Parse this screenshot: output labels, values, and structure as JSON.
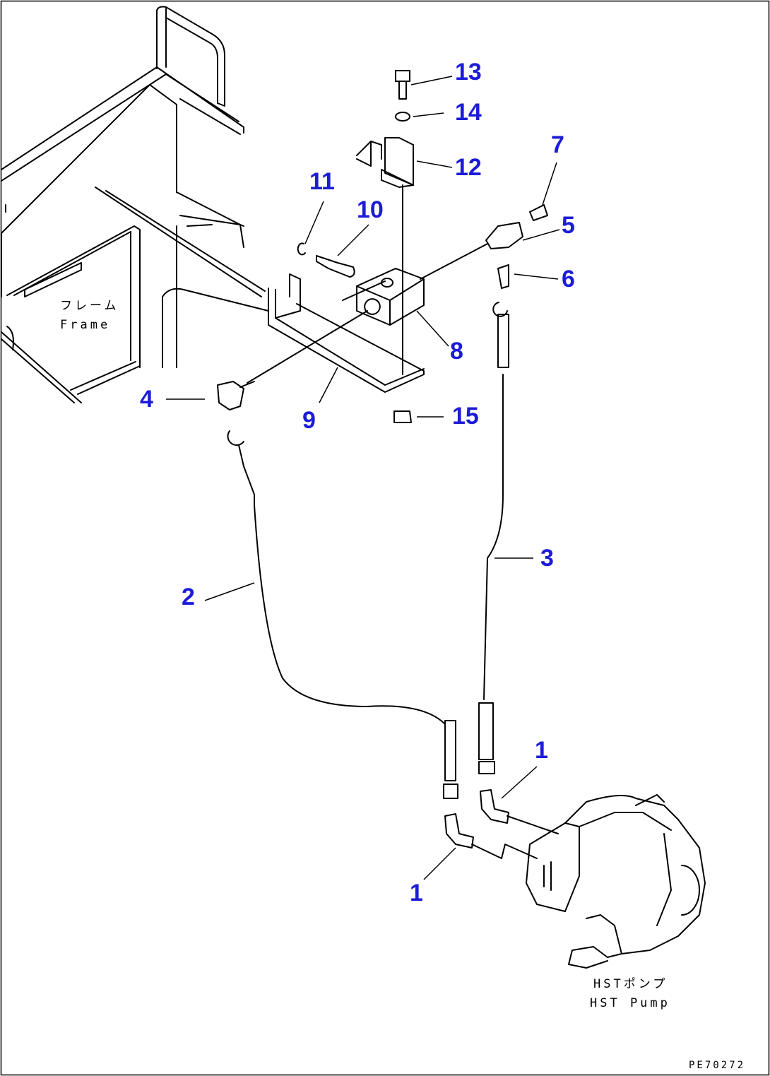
{
  "callouts": [
    "1",
    "1",
    "2",
    "3",
    "4",
    "5",
    "6",
    "7",
    "8",
    "9",
    "10",
    "11",
    "12",
    "13",
    "14",
    "15"
  ],
  "captions": {
    "frame_jp": "フレーム",
    "frame_en": "Frame",
    "pump_jp": "HSTポンプ",
    "pump_en": "HST Pump"
  },
  "drawing_code": "PE70272",
  "colors": {
    "callout": "#1c1cd6",
    "line": "#000000",
    "background": "#ffffff"
  }
}
